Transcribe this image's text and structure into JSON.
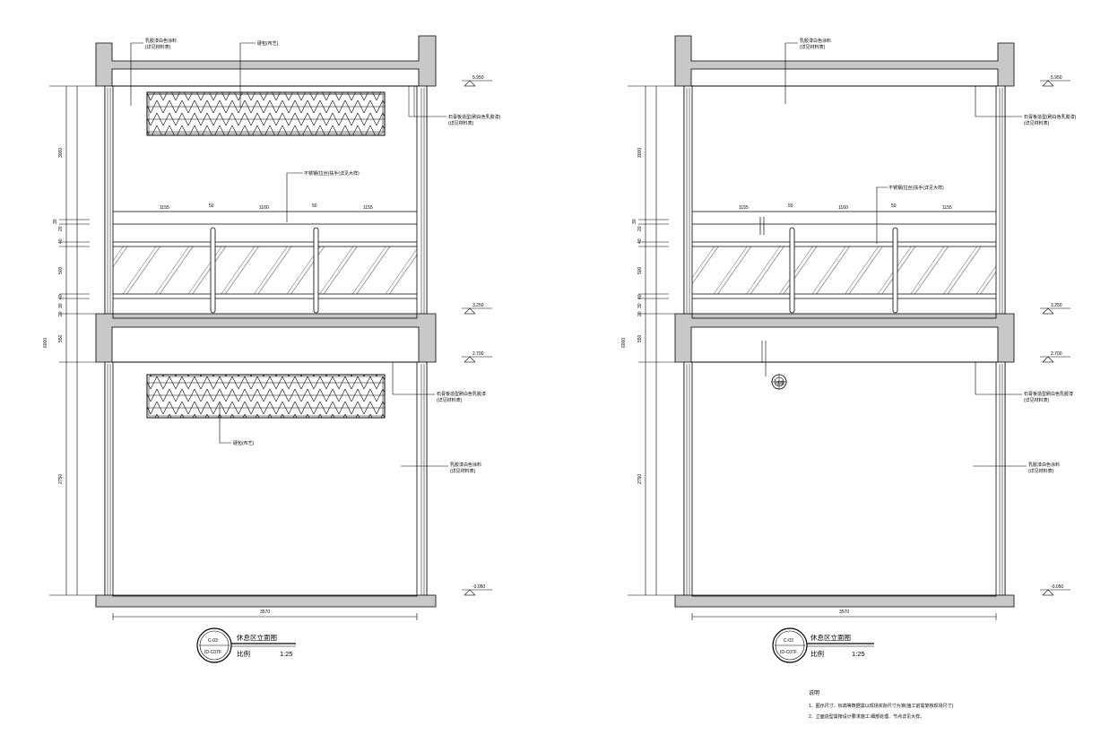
{
  "colors": {
    "line": "#000000",
    "wall": "#c8c8c8",
    "background": "#ffffff"
  },
  "elevation_left": {
    "annotations": {
      "top_finish": "乳胶漆白色涂料\n(详见材料表)",
      "top_fabric": "硬包(布艺)",
      "side_fabric": "石膏板造型(刷白色乳胶漆)\n(详见材料表)",
      "rail": "不锈钢(拉丝)扶手(详见大样)",
      "lower_side": "石膏板造型刷白色乳胶漆\n(详见材料表)",
      "lower_fabric": "硬包(布艺)",
      "lower_wall": "乳胶漆白色涂料\n(详见材料表)"
    },
    "dims_vertical": [
      "6000",
      "3000",
      "30",
      "20",
      "40",
      "500",
      "40",
      "30",
      "20",
      "550",
      "2750"
    ],
    "dims_rail": [
      "1155",
      "50",
      "1160",
      "50",
      "1155"
    ],
    "dim_width": "3570",
    "levels": [
      "5.950",
      "3.250",
      "2.700",
      "-0.050"
    ],
    "title": {
      "number": "C-03",
      "sheet": "ID-C07F",
      "name": "休息区立面图",
      "scale_label": "比例",
      "scale": "1:25"
    }
  },
  "elevation_right": {
    "annotations": {
      "top_finish": "乳胶漆白色涂料\n(详见材料表)",
      "side_fabric": "石膏板造型(刷白色乳胶漆)\n(详见材料表)",
      "rail": "不锈钢(拉丝)扶手(详见大样)",
      "lower_side": "石膏板造型刷白色乳胶漆\n(详见材料表)",
      "lower_wall": "乳胶漆白色涂料\n(详见材料表)"
    },
    "dims_vertical": [
      "6000",
      "3000",
      "30",
      "20",
      "40",
      "500",
      "40",
      "30",
      "20",
      "550",
      "2750"
    ],
    "dims_rail": [
      "1155",
      "50",
      "1160",
      "50",
      "1155"
    ],
    "dim_width": "3570",
    "levels": [
      "5.950",
      "3.250",
      "2.700",
      "-0.050"
    ],
    "socket_mark": "插座",
    "title": {
      "number": "C-03",
      "sheet": "ID-C07F",
      "name": "休息区立面图",
      "scale_label": "比例",
      "scale": "1:25"
    }
  },
  "notes": {
    "heading": "说明",
    "items": [
      "1、图示尺寸、标高等数据需以现场实际尺寸为准(施工前需复核现场尺寸)",
      "2、立面造型需按设计要求施工,细部处理、节点详见大样。"
    ]
  }
}
